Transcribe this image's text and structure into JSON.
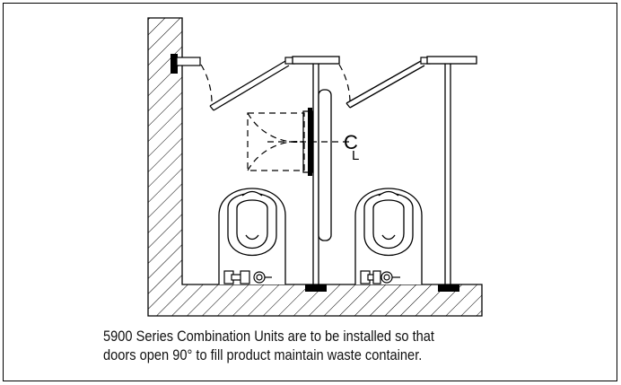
{
  "diagram": {
    "centerline_symbol": "CL",
    "centerline_letters": {
      "outer": "C",
      "inner": "L"
    },
    "caption_line1": "5900 Series Combination Units are to be installed so that",
    "caption_line2": "doors open 90° to fill product maintain waste container."
  }
}
